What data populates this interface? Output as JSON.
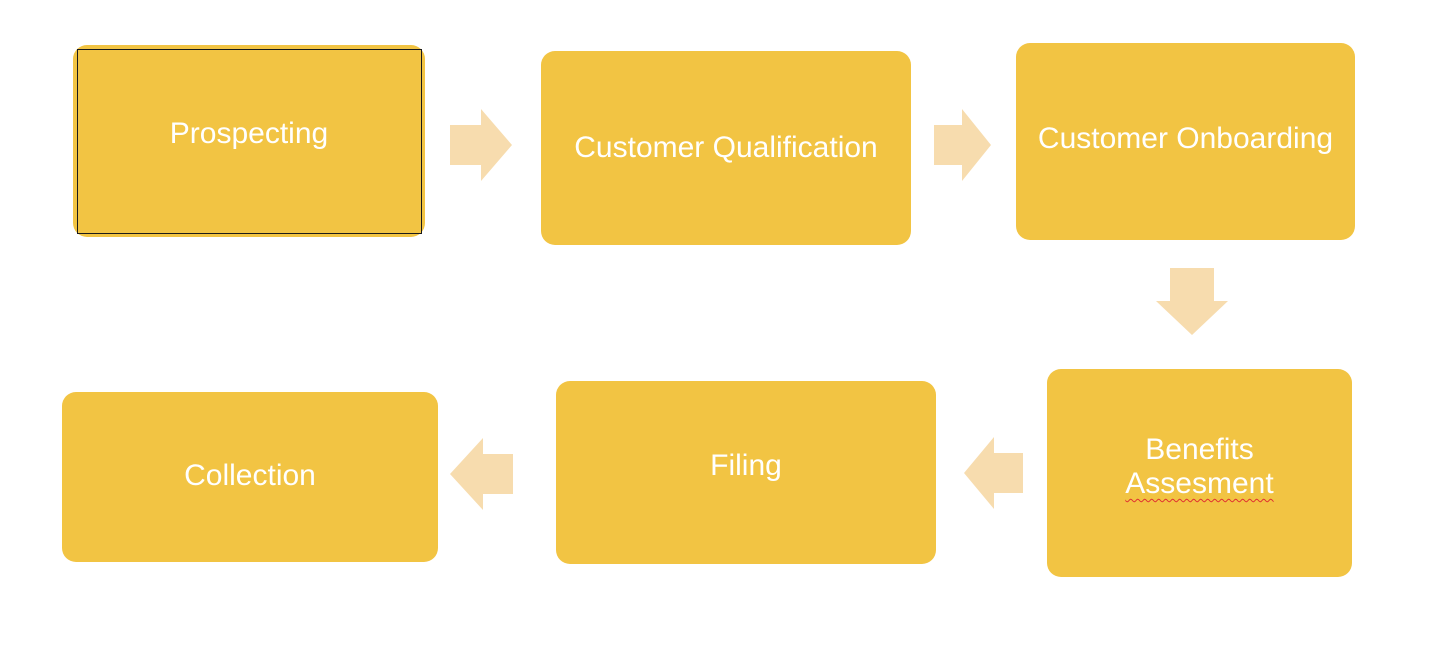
{
  "colors": {
    "node_fill": "#F2C443",
    "arrow_fill": "#F7DCAE",
    "text": "#FFFFFF",
    "spellcheck_underline": "#E03030"
  },
  "nodes": {
    "prospecting": "Prospecting",
    "customer_qualification": "Customer Qualification",
    "customer_onboarding": "Customer Onboarding",
    "benefits_assessment_line1": "Benefits",
    "benefits_assessment_line2": "Assesment",
    "filing": "Filing",
    "collection": "Collection"
  }
}
